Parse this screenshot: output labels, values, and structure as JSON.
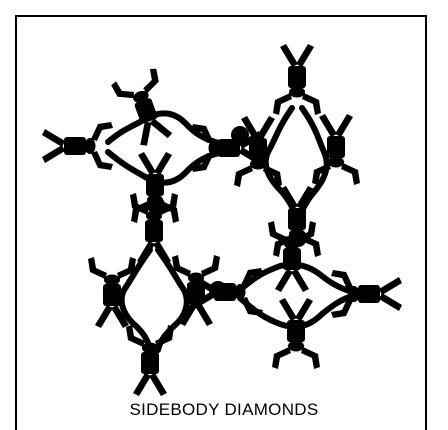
{
  "caption": "SIDEBODY DIAMONDS",
  "colors": {
    "ink": "#000000",
    "paper": "#ffffff"
  },
  "diagram": {
    "subject": "skydiving formation",
    "formations": [
      {
        "name": "diamond",
        "jumpers": 4
      },
      {
        "name": "diamond",
        "jumpers": 4
      },
      {
        "name": "diamond",
        "jumpers": 4
      },
      {
        "name": "diamond",
        "jumpers": 4
      }
    ]
  }
}
